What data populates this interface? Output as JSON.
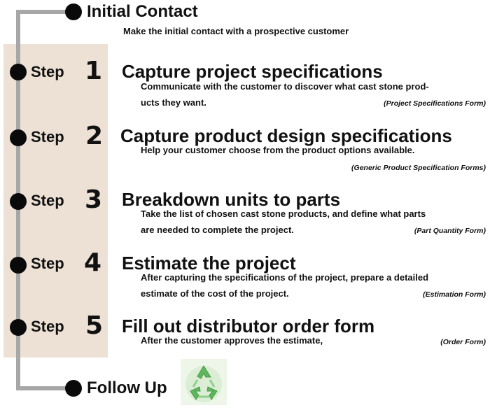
{
  "initial": {
    "title": "Initial Contact",
    "desc": "Make the initial contact with a prospective customer"
  },
  "step_word": "Step",
  "steps": [
    {
      "number": "1",
      "title": "Capture project specifications",
      "desc_line1": "Communicate with the customer to discover what cast stone prod-",
      "desc_line2": "ucts they want.",
      "form": "(Project Specifications Form)"
    },
    {
      "number": "2",
      "title": "Capture product design specifications",
      "desc_line1": "Help your customer choose from the product options available.",
      "desc_line2": "",
      "form": "(Generic Product Specification Forms)"
    },
    {
      "number": "3",
      "title": "Breakdown units to parts",
      "desc_line1": "Take the list of chosen cast stone products, and define what parts",
      "desc_line2": "are needed to complete the project.",
      "form": "(Part Quantity Form)"
    },
    {
      "number": "4",
      "title": "Estimate the project",
      "desc_line1": "After capturing the specifications of the project, prepare a detailed",
      "desc_line2": "estimate of the cost of the project.",
      "form": "(Estimation Form)"
    },
    {
      "number": "5",
      "title": "Fill out distributor order form",
      "desc_line1": "After the customer approves the estimate,",
      "desc_line2": "",
      "form": "(Order Form)"
    }
  ],
  "followup": {
    "title": "Follow Up",
    "icon": "recycle-icon"
  },
  "colors": {
    "panel": "#ede1d5",
    "connector": "#a7a7a7",
    "dot": "#0a0a0a",
    "recycle": "#5db85d"
  }
}
